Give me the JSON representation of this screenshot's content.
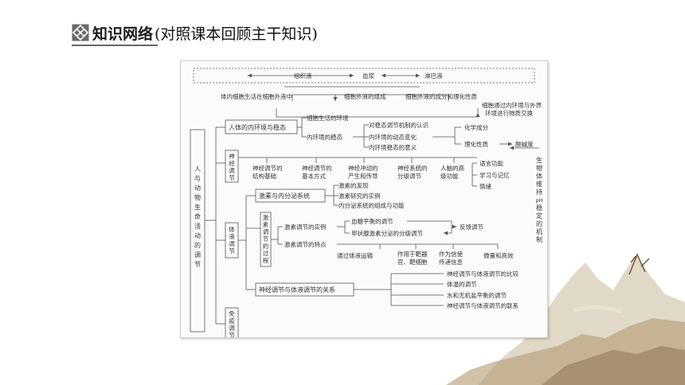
{
  "header": {
    "title": "知识网络",
    "subtitle": "(对照课本回顾主干知识)"
  },
  "map": {
    "fluids": {
      "tissue": "组织液",
      "plasma": "血浆",
      "lymph": "淋巴液"
    },
    "row2": {
      "live": "体内细胞生活在细胞外液中",
      "composition": "细胞外液的组成",
      "properties": "细胞外液的成分和理化性质",
      "exchange1": "细胞通过内环境与外界",
      "exchange2": "环境进行物质交换"
    },
    "root": [
      "人",
      "与",
      "动",
      "物",
      "生",
      "命",
      "活",
      "动",
      "的",
      "调",
      "节"
    ],
    "env": {
      "title": "人体的内环境与稳态",
      "living": "细胞生活的环境",
      "stability": "内环境的稳态",
      "recognition": "对稳态调节机制的认识",
      "dynamic": "内环境的动态变化",
      "significance": "内环境稳态的意义",
      "chem": "化学成分",
      "phys": "理化性质",
      "ph": "酸碱度"
    },
    "vertical": [
      "生",
      "物",
      "体",
      "维",
      "持",
      "pH",
      "稳",
      "定",
      "的",
      "机",
      "制"
    ],
    "neural": {
      "title": [
        "神",
        "经",
        "调",
        "节"
      ],
      "items": [
        [
          "神经调节的",
          "结构基础"
        ],
        [
          "神经调节的",
          "基本方式"
        ],
        [
          "神经冲动的",
          "产生和传导"
        ],
        [
          "神经系统的",
          "分级调节"
        ],
        [
          "人脑的高",
          "级功能"
        ]
      ],
      "brain": [
        "语言功能",
        "学习与记忆",
        "情绪"
      ]
    },
    "humoral": {
      "title": [
        "体",
        "液",
        "调",
        "节"
      ],
      "hormone": "激素与内分泌系统",
      "hormoneItems": [
        "激素的发现",
        "激素研究的实例",
        "内分泌系统的组成与功能"
      ],
      "process": [
        "激",
        "素",
        "调",
        "节",
        "的",
        "过",
        "程"
      ],
      "instance": "激素调节的实例",
      "bloodSugar": "血糖平衡的调节",
      "thyroid": "甲状腺激素分泌的分级调节",
      "feedback": "反馈调节",
      "features": "激素调节的特点",
      "featureItems": [
        [
          "通过体液运输"
        ],
        [
          "作用于靶器",
          "官、靶细胞"
        ],
        [
          "作为信使",
          "传递信息"
        ],
        [
          "微量和高效"
        ]
      ]
    },
    "relation": {
      "title": "神经调节与体液调节的关系",
      "items": [
        "神经调节与体液调节的比较",
        "体温的调节",
        "水和无机盐平衡的调节",
        "神经调节与体液调节的联系"
      ]
    },
    "immune": {
      "title": [
        "免",
        "疫",
        "调",
        "节"
      ]
    }
  }
}
